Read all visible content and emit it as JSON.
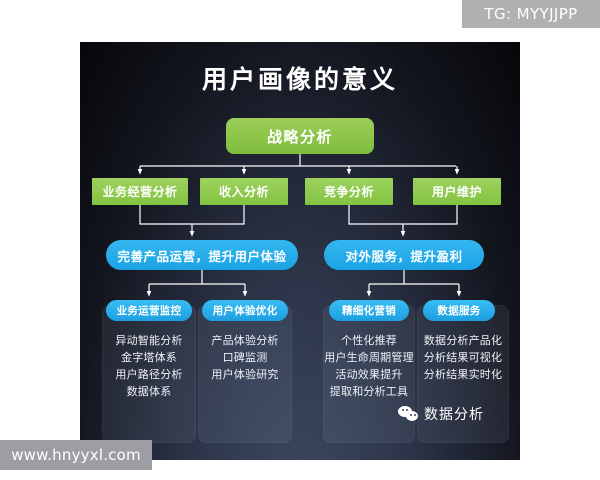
{
  "overlays": {
    "tg_label": "TG: MYYJJPP",
    "site_label": "www.hnyyxl.com"
  },
  "slide": {
    "title": "用户画像的意义",
    "root": {
      "label": "战略分析",
      "color": "#8cc63f"
    },
    "level2": [
      {
        "label": "业务经营分析"
      },
      {
        "label": "收入分析"
      },
      {
        "label": "竞争分析"
      },
      {
        "label": "用户维护"
      }
    ],
    "groups": [
      {
        "label": "完善产品运营，提升用户体验",
        "color": "#1aa3e4"
      },
      {
        "label": "对外服务，提升盈利",
        "color": "#1aa3e4"
      }
    ],
    "columns": [
      {
        "header": "业务运营监控",
        "items": [
          "异动智能分析",
          "金字塔体系",
          "用户路径分析",
          "数据体系"
        ]
      },
      {
        "header": "用户体验优化",
        "items": [
          "产品体验分析",
          "口碑监测",
          "用户体验研究"
        ]
      },
      {
        "header": "精细化营销",
        "items": [
          "个性化推荐",
          "用户生命周期管理",
          "活动效果提升",
          "提取和分析工具"
        ]
      },
      {
        "header": "数据服务",
        "items": [
          "数据分析产品化",
          "分析结果可视化",
          "分析结果实时化"
        ]
      }
    ],
    "credit": {
      "icon": "wechat-icon",
      "text": "数据分析"
    }
  }
}
